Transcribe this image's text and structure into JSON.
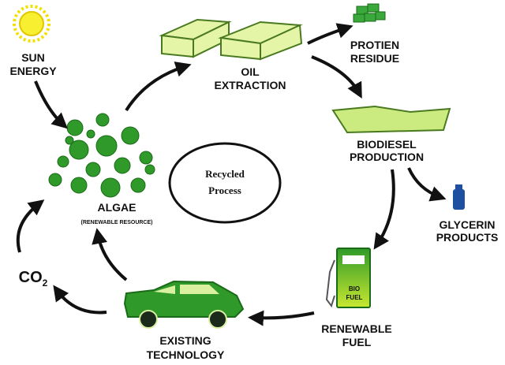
{
  "title": "Algae biofuel recycled process",
  "center": {
    "line1": "Recycled",
    "line2": "Process"
  },
  "nodes": {
    "sun": {
      "line1": "SUN",
      "line2": "ENERGY"
    },
    "algae": {
      "line1": "ALGAE",
      "line2": "(RENEWABLE RESOURCE)"
    },
    "oil": {
      "line1": "OIL",
      "line2": "EXTRACTION"
    },
    "protein": {
      "line1": "PROTIEN",
      "line2": "RESIDUE"
    },
    "biodiesel": {
      "line1": "BIODIESEL",
      "line2": "PRODUCTION"
    },
    "glycerin": {
      "line1": "GLYCERIN",
      "line2": "PRODUCTS"
    },
    "fuel": {
      "line1": "RENEWABLE",
      "line2": "FUEL",
      "pump1": "BIO",
      "pump2": "FUEL"
    },
    "car": {
      "line1": "EXISTING",
      "line2": "TECHNOLOGY"
    },
    "co2": {
      "main": "CO",
      "sub": "2"
    }
  },
  "colors": {
    "green": "#2f9a2a",
    "light_green": "#d8f0a0",
    "sun": "#f2e000",
    "bottle": "#1f4fa0"
  }
}
